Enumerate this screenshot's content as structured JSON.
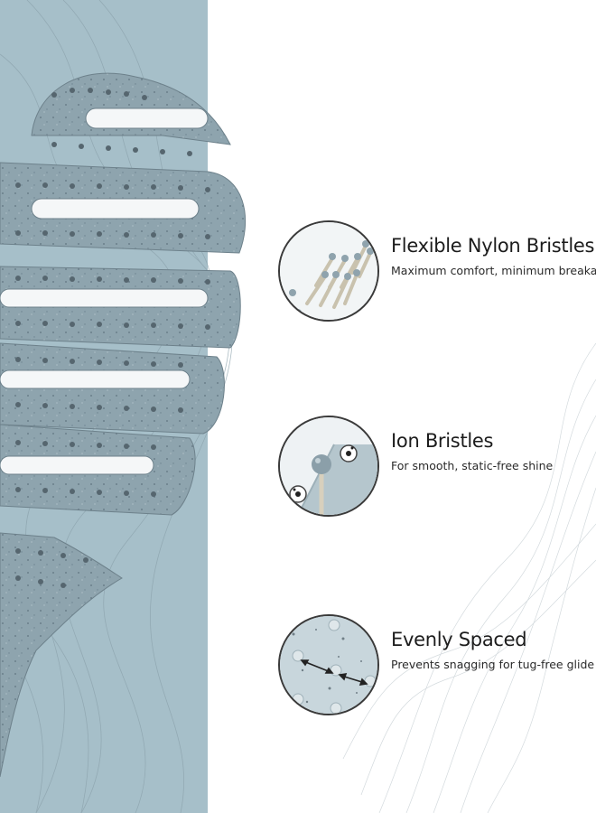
{
  "features": [
    {
      "title": "Flexible Nylon Bristles",
      "subtitle": "Maximum comfort, minimum breakage",
      "icon": "nylon-bristles-icon"
    },
    {
      "title": "Ion Bristles",
      "subtitle": "For smooth, static-free shine",
      "icon": "ion-bristles-icon"
    },
    {
      "title": "Evenly Spaced",
      "subtitle": "Prevents snagging for tug-free glide",
      "icon": "evenly-spaced-icon"
    }
  ],
  "colors": {
    "panel": "#a6bfc9",
    "brush": "#8fa6b0",
    "text": "#1c1c1c"
  }
}
